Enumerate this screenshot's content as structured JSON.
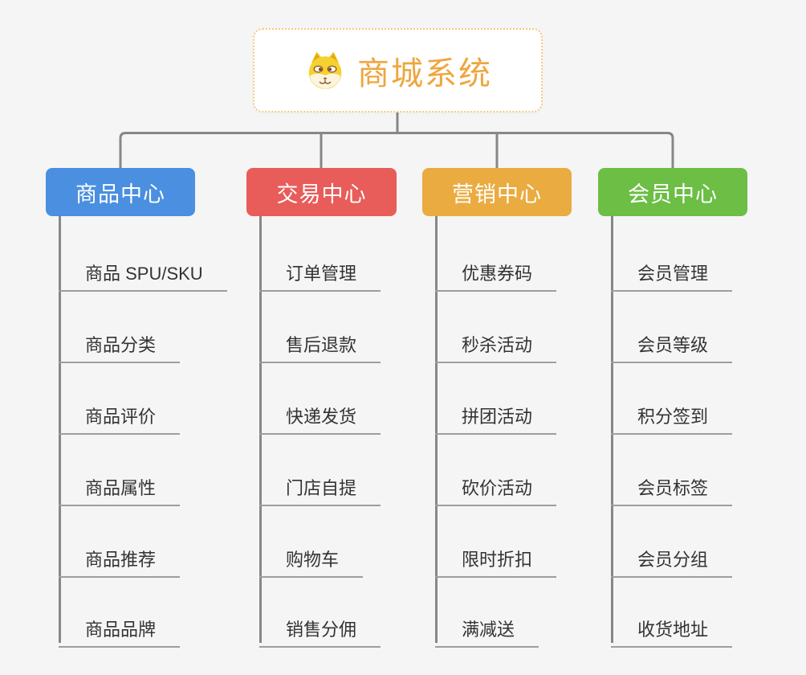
{
  "root": {
    "title": "商城系统",
    "icon": "dog-face-icon"
  },
  "branches": [
    {
      "label": "商品中心",
      "color": "#4a8fe0",
      "items": [
        "商品 SPU/SKU",
        "商品分类",
        "商品评价",
        "商品属性",
        "商品推荐",
        "商品品牌"
      ]
    },
    {
      "label": "交易中心",
      "color": "#e85c5a",
      "items": [
        "订单管理",
        "售后退款",
        "快递发货",
        "门店自提",
        "购物车",
        "销售分佣"
      ]
    },
    {
      "label": "营销中心",
      "color": "#eaab40",
      "items": [
        "优惠券码",
        "秒杀活动",
        "拼团活动",
        "砍价活动",
        "限时折扣",
        "满减送"
      ]
    },
    {
      "label": "会员中心",
      "color": "#6cbe45",
      "items": [
        "会员管理",
        "会员等级",
        "积分签到",
        "会员标签",
        "会员分组",
        "收货地址"
      ]
    }
  ],
  "colors": {
    "background": "#f5f5f5",
    "connector": "#878787",
    "underline": "#9e9e9e",
    "item_text": "#333333",
    "root_text": "#efa63e",
    "root_border": "#f5c87e",
    "header_text": "#ffffff"
  }
}
